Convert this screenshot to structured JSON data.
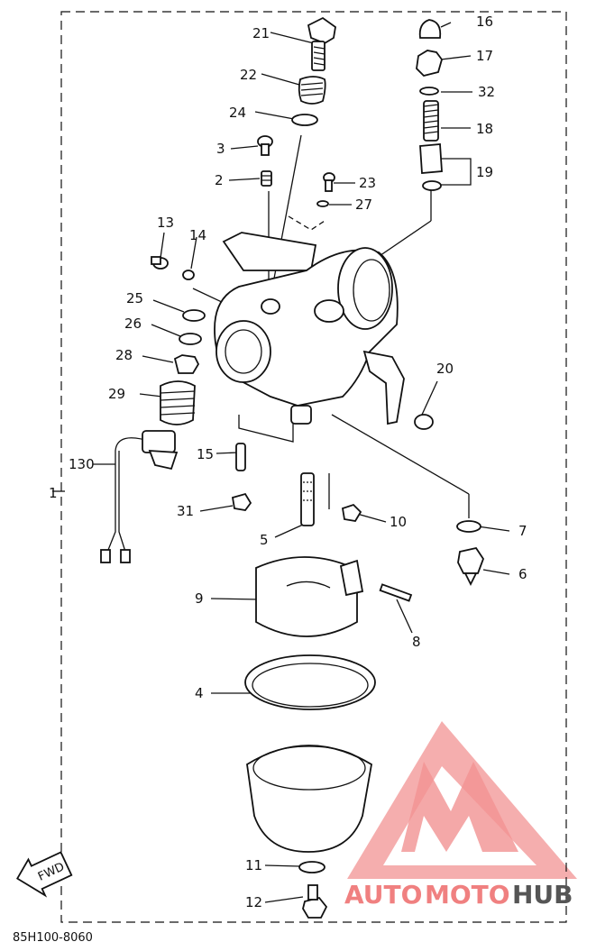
{
  "callouts": {
    "n1": "1",
    "n2": "2",
    "n3": "3",
    "n4": "4",
    "n5": "5",
    "n6": "6",
    "n7": "7",
    "n8": "8",
    "n9": "9",
    "n10": "10",
    "n11": "11",
    "n12": "12",
    "n13": "13",
    "n14": "14",
    "n15": "15",
    "n16": "16",
    "n17": "17",
    "n18": "18",
    "n19": "19",
    "n20": "20",
    "n21": "21",
    "n22": "22",
    "n23": "23",
    "n24": "24",
    "n25": "25",
    "n26": "26",
    "n27": "27",
    "n28": "28",
    "n29": "29",
    "n31": "31",
    "n32": "32",
    "n130": "130"
  },
  "drawing_code": "85H100-8060",
  "fwd_label": "FWD",
  "watermark": {
    "auto": "AUTO",
    "moto": "MOTO",
    "hub": "HUB",
    "colors": {
      "accent": "#f08080",
      "dark": "#444444"
    }
  }
}
